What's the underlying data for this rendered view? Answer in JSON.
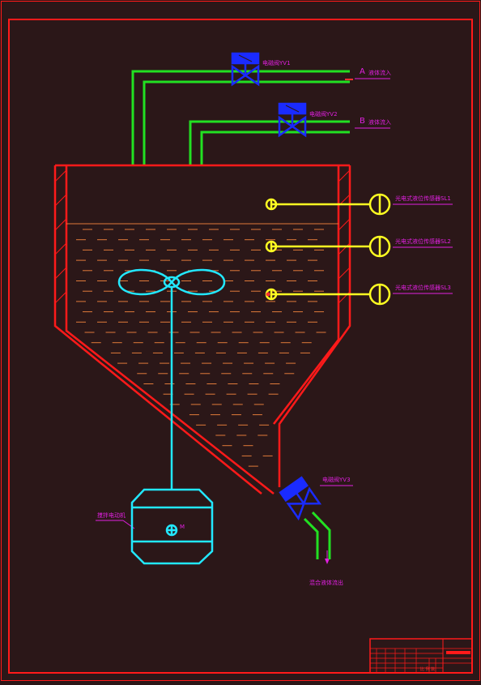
{
  "valves": {
    "yv1": "电磁阀YV1",
    "yv2": "电磁阀YV2",
    "yv3": "电磁阀YV3"
  },
  "inlets": {
    "a_letter": "A",
    "a_text": "液体流入",
    "b_letter": "B",
    "b_text": "液体流入"
  },
  "sensors": {
    "sl1": "光电式液位传感器SL1",
    "sl2": "光电式液位传感器SL2",
    "sl3": "光电式液位传感器SL3"
  },
  "motor": {
    "name": "搅拌电动机",
    "symbol": "M"
  },
  "outlet": {
    "text": "混合液体流出"
  },
  "title_block": {
    "mark": "比 例 数"
  },
  "colors": {
    "background": "#2b1718",
    "frame": "#ff1a1a",
    "pipe": "#22e022",
    "valve": "#1a2bff",
    "sensor": "#ffff22",
    "agitator": "#22e8ff",
    "label": "#e020e0",
    "liquid": "#e07a3a"
  }
}
